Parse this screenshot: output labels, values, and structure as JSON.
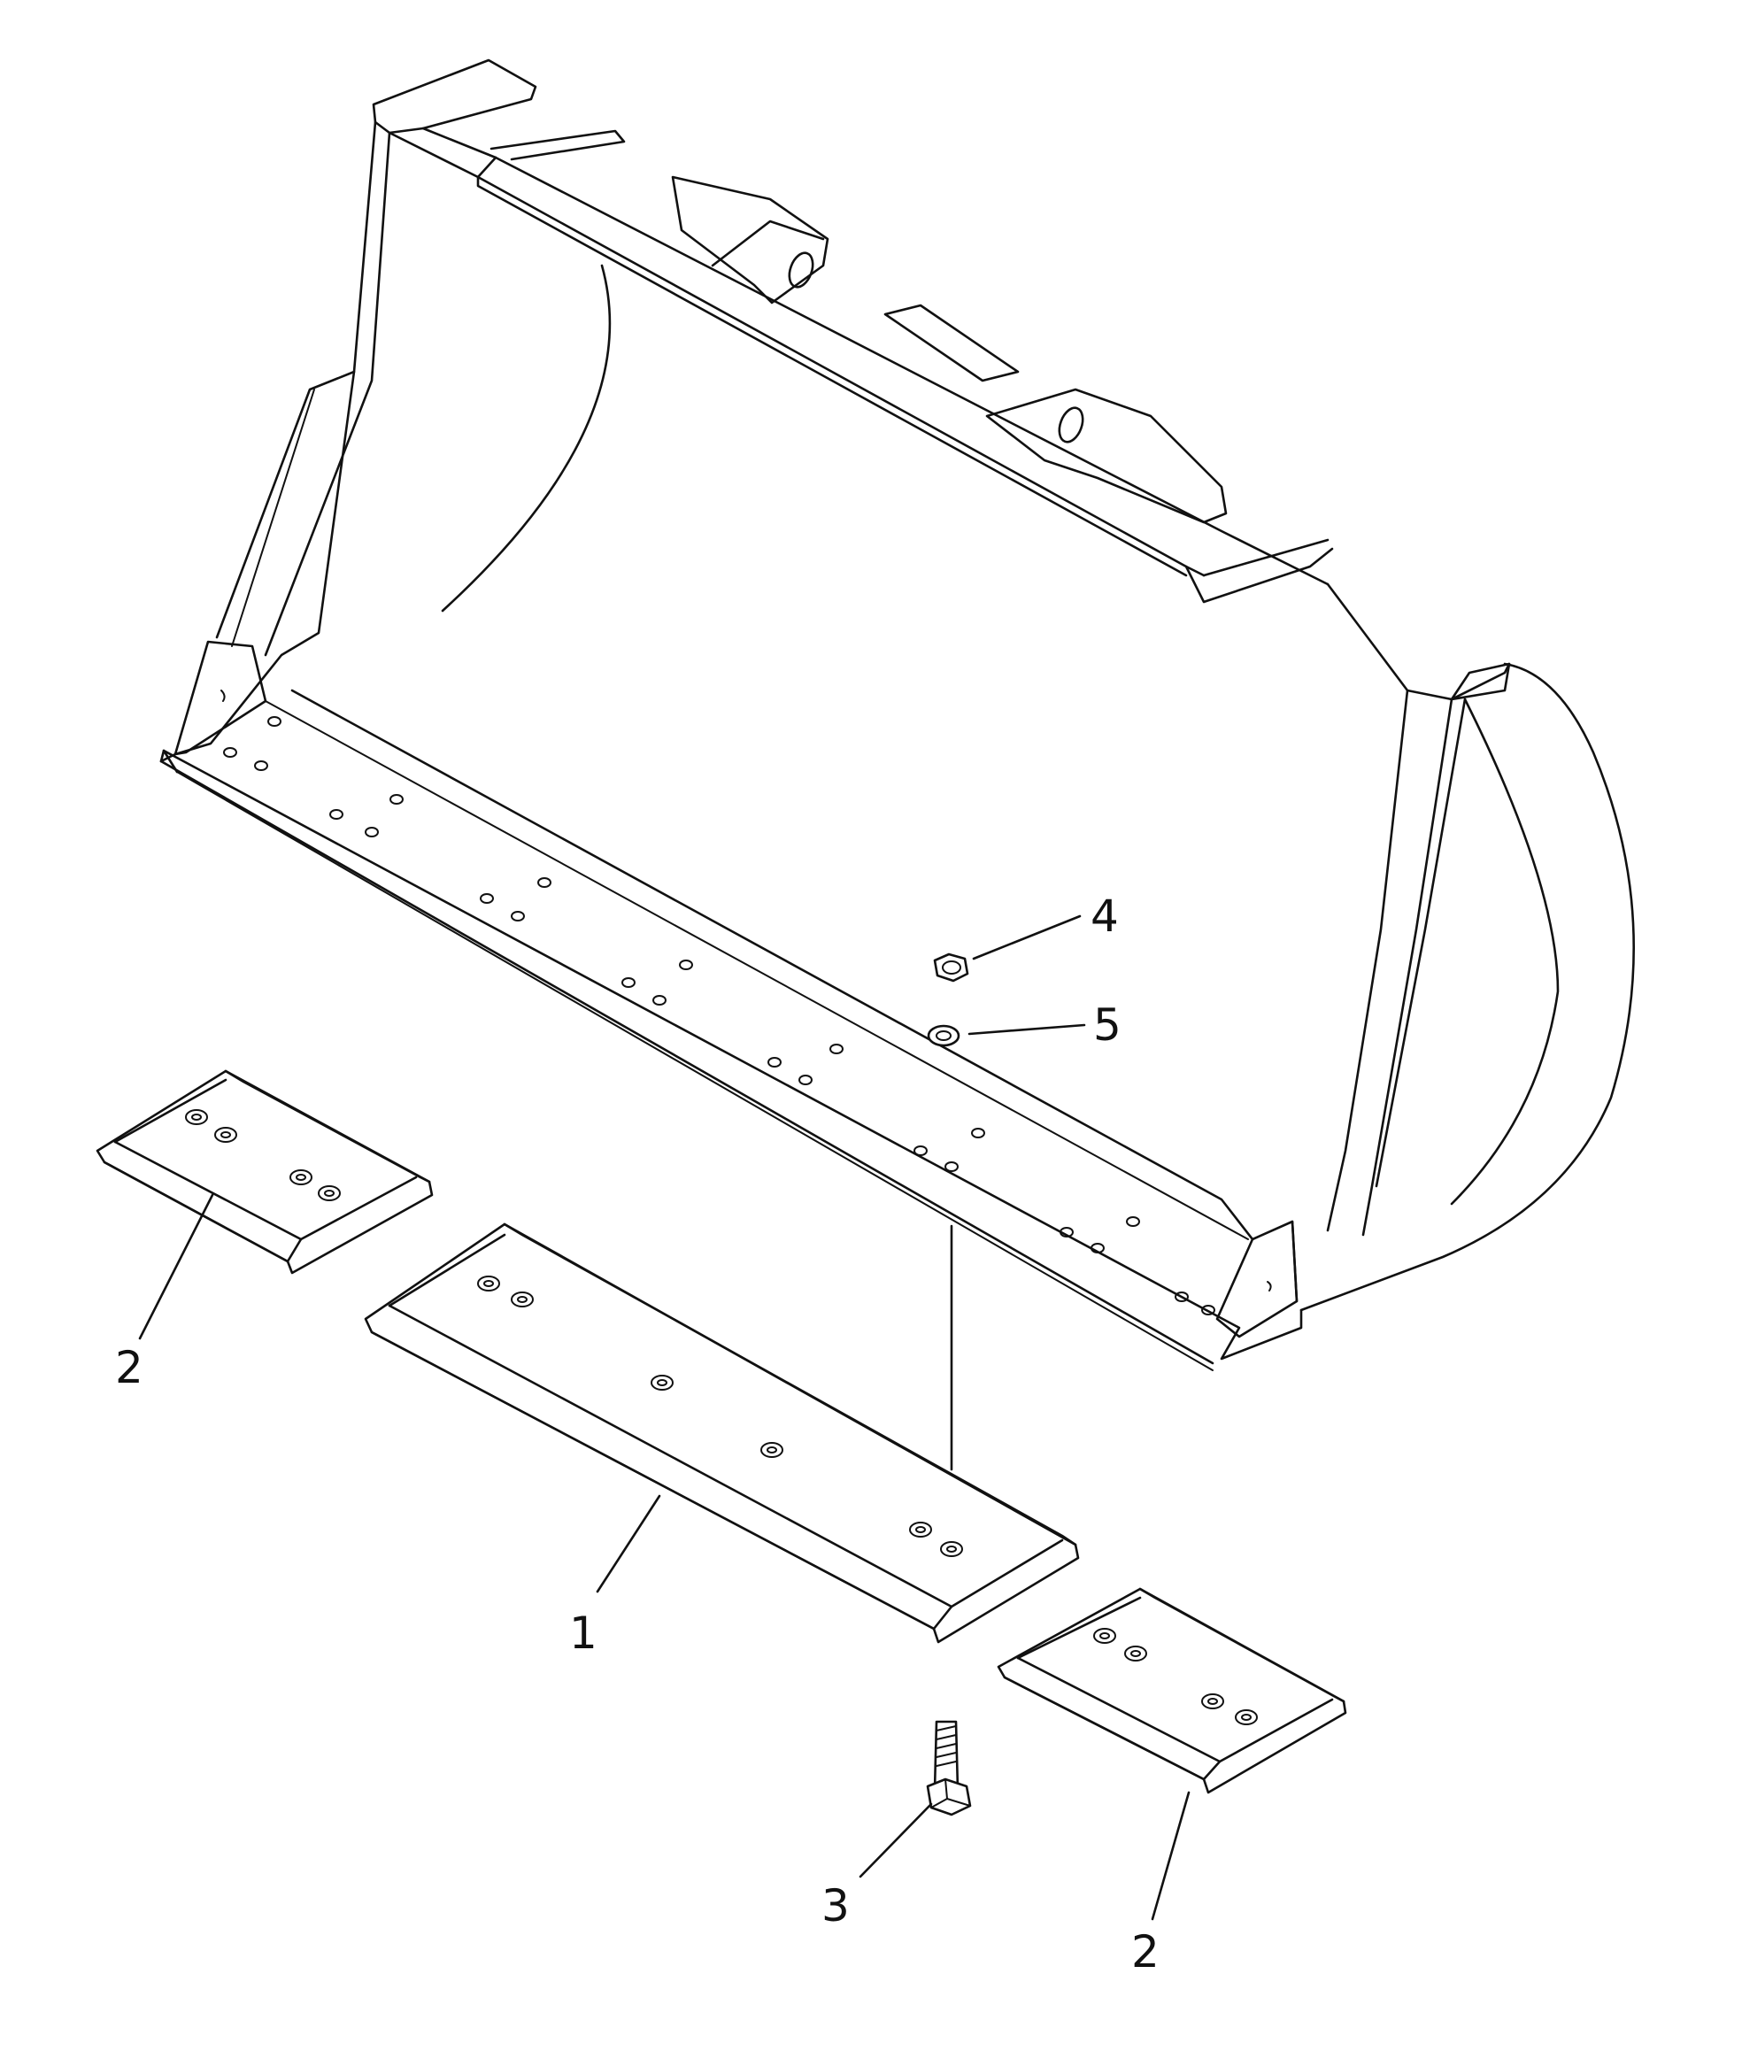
{
  "diagram": {
    "callouts": [
      {
        "label": "1",
        "part": "cutting-edge-center"
      },
      {
        "label": "2",
        "part": "cutting-edge-end"
      },
      {
        "label": "2",
        "part": "cutting-edge-end"
      },
      {
        "label": "3",
        "part": "bolt"
      },
      {
        "label": "4",
        "part": "nut"
      },
      {
        "label": "5",
        "part": "washer"
      }
    ]
  }
}
